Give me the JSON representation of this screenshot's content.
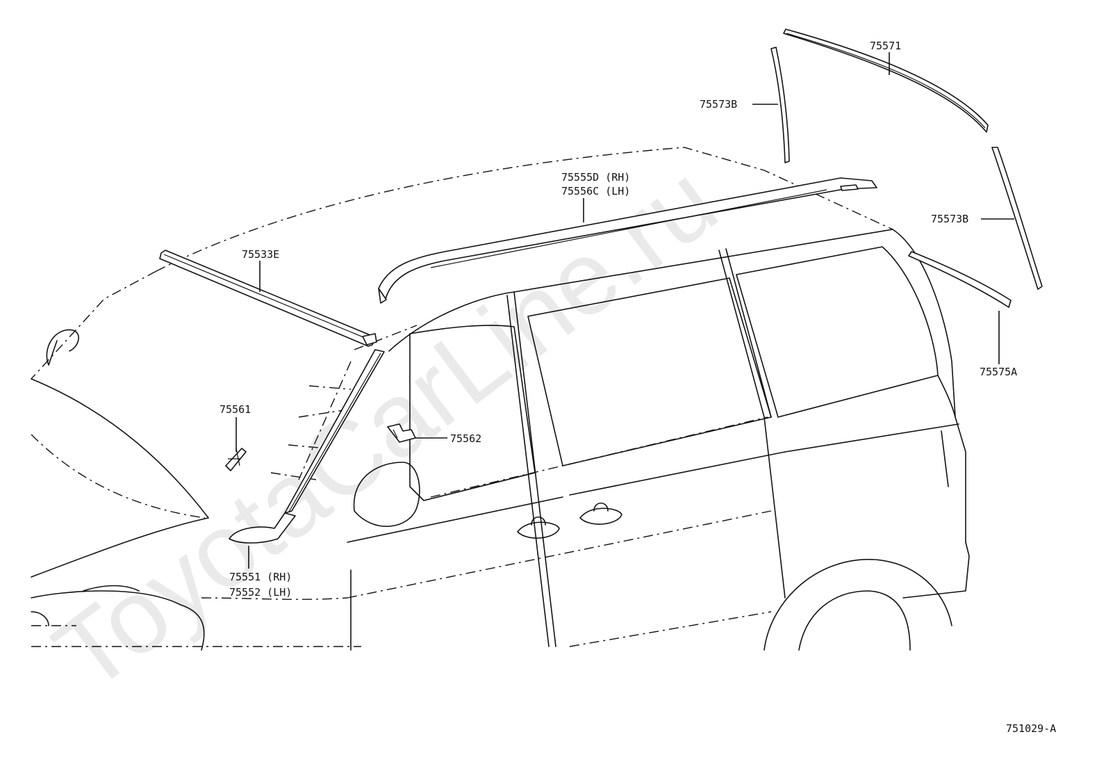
{
  "watermark": "ToyotaCarLine.ru",
  "diagram_code": "751029-A",
  "parts": {
    "p75533E": "75533E",
    "p75555D": "75555D (RH)",
    "p75556C": "75556C (LH)",
    "p75571": "75571",
    "p75573B_top": "75573B",
    "p75573B_right": "75573B",
    "p75575A": "75575A",
    "p75561": "75561",
    "p75562": "75562",
    "p75551": "75551 (RH)",
    "p75552": "75552 (LH)"
  }
}
